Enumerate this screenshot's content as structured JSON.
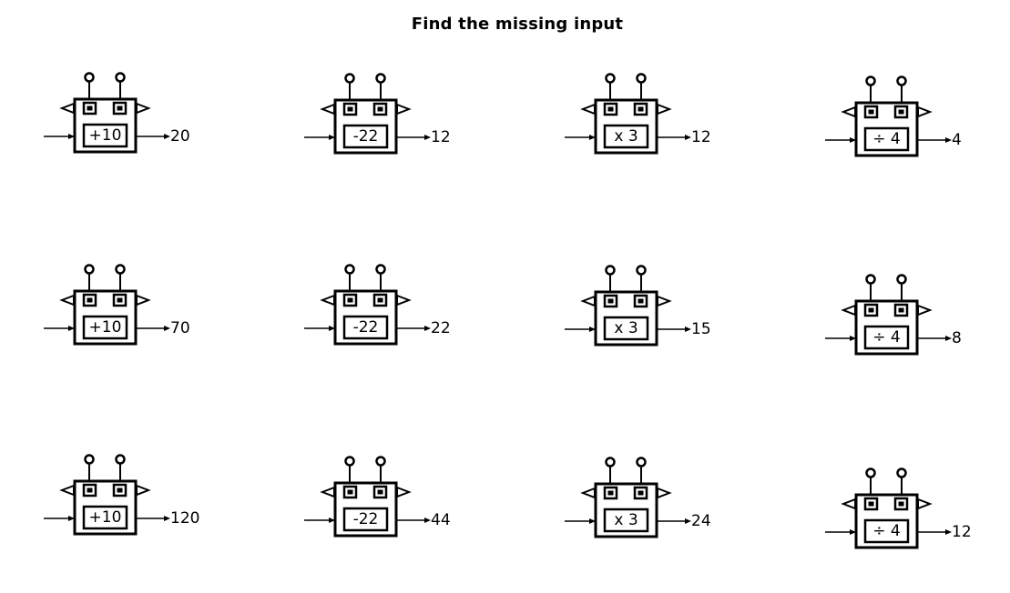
{
  "title": "Find the missing input",
  "machines": [
    {
      "operation": "+10",
      "output": "20"
    },
    {
      "operation": "-22",
      "output": "12"
    },
    {
      "operation": "x 3",
      "output": "12"
    },
    {
      "operation": "÷ 4",
      "output": "4"
    },
    {
      "operation": "+10",
      "output": "70"
    },
    {
      "operation": "-22",
      "output": "22"
    },
    {
      "operation": "x 3",
      "output": "15"
    },
    {
      "operation": "÷ 4",
      "output": "8"
    },
    {
      "operation": "+10",
      "output": "120"
    },
    {
      "operation": "-22",
      "output": "44"
    },
    {
      "operation": "x 3",
      "output": "24"
    },
    {
      "operation": "÷ 4",
      "output": "12"
    }
  ]
}
